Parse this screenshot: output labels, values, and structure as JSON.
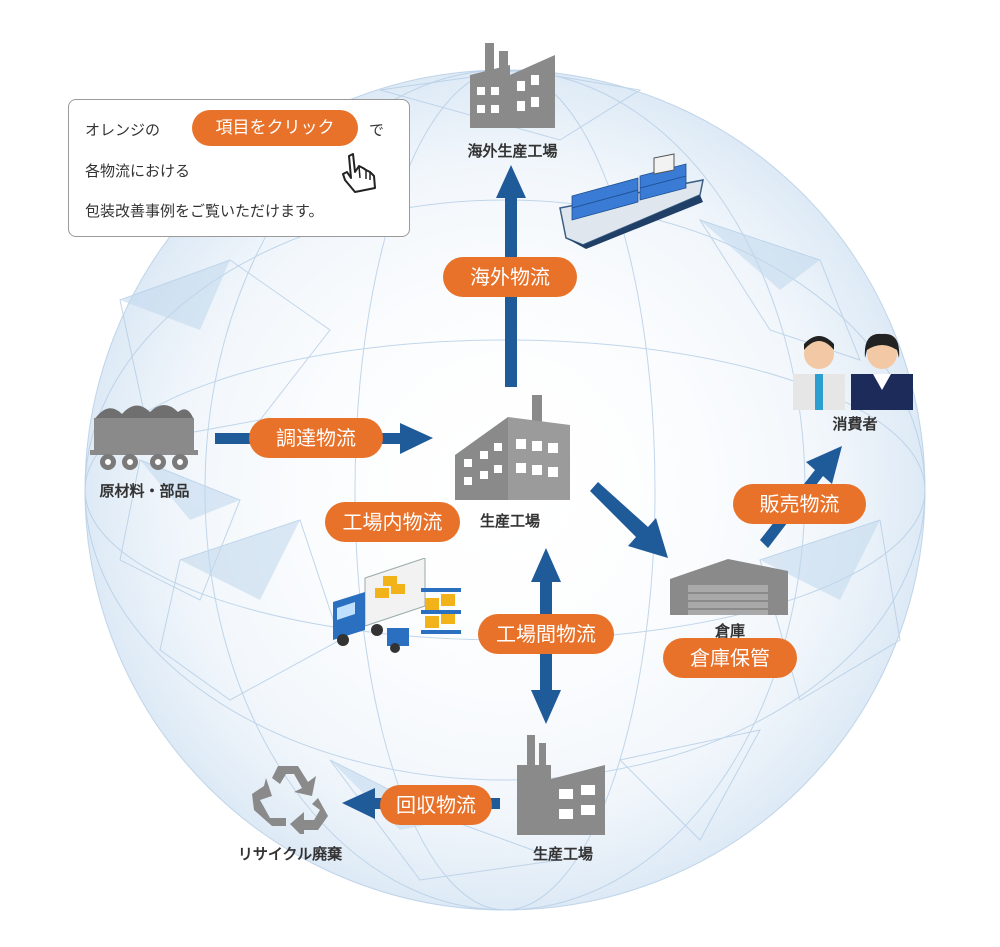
{
  "info_box": {
    "prefix": "オレンジの",
    "pill": "項目をクリック",
    "suffix": "で",
    "line2": "各物流における",
    "line3": "包装改善事例をご覧いただけます。"
  },
  "nodes": {
    "overseas_factory": "海外生産工場",
    "raw_materials": "原材料・部品",
    "factory_center": "生産工場",
    "consumers": "消費者",
    "warehouse": "倉庫",
    "factory_bottom": "生産工場",
    "recycle": "リサイクル廃棄"
  },
  "logistics": {
    "overseas": "海外物流",
    "procurement": "調達物流",
    "in_factory": "工場内物流",
    "inter_factory": "工場間物流",
    "sales": "販売物流",
    "warehouse_storage": "倉庫保管",
    "recovery": "回収物流"
  },
  "colors": {
    "accent_orange": "#e8722a",
    "arrow_blue": "#1f5a99",
    "icon_gray": "#8a8a8a",
    "globe_blue": "#a9c6e3"
  }
}
